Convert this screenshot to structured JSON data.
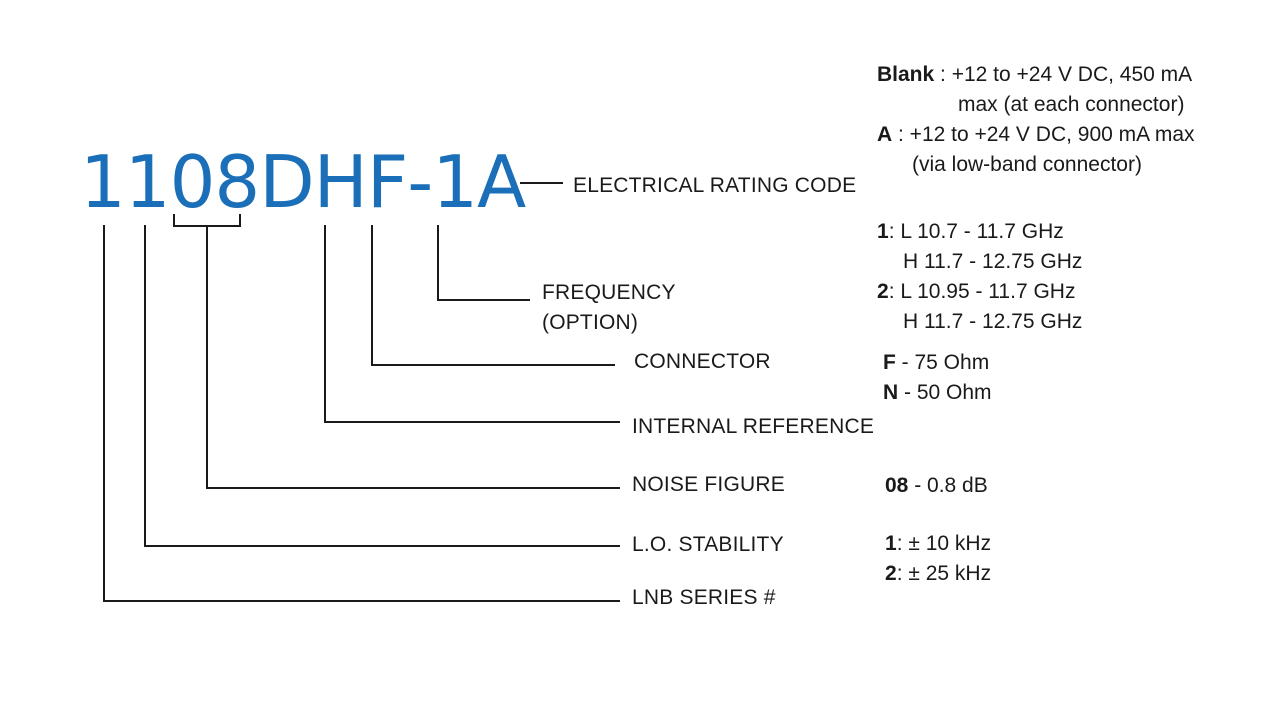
{
  "part_number": "1108DHF-1A",
  "labels": {
    "electrical_rating_code": "ELECTRICAL RATING CODE",
    "frequency_line1": "FREQUENCY",
    "frequency_line2": "(OPTION)",
    "connector": "CONNECTOR",
    "internal_reference": "INTERNAL REFERENCE",
    "noise_figure": "NOISE FIGURE",
    "lo_stability": "L.O. STABILITY",
    "lnb_series": "LNB SERIES #"
  },
  "options": {
    "electrical": {
      "blank_code": "Blank",
      "blank_line1": " : +12 to +24 V DC, 450 mA",
      "blank_line2": "max (at each connector)",
      "a_code": "A",
      "a_line1": " : +12 to +24 V DC, 900 mA max",
      "a_line2": "(via low-band connector)"
    },
    "frequency": {
      "opt1_code": "1",
      "opt1_line1": ": L 10.7 - 11.7 GHz",
      "opt1_line2": "H 11.7 - 12.75 GHz",
      "opt2_code": "2",
      "opt2_line1": ": L 10.95 - 11.7 GHz",
      "opt2_line2": "H 11.7 - 12.75 GHz"
    },
    "connector": {
      "f_code": "F",
      "f_text": " - 75 Ohm",
      "n_code": "N",
      "n_text": " - 50 Ohm"
    },
    "noise_figure": {
      "code": "08",
      "text": " - 0.8 dB"
    },
    "lo_stability": {
      "opt1_code": "1",
      "opt1_text": ": ± 10 kHz",
      "opt2_code": "2",
      "opt2_text": ": ± 25 kHz"
    }
  },
  "colors": {
    "part_number": "#1a6fb8",
    "lines": "#1a1a1a"
  }
}
